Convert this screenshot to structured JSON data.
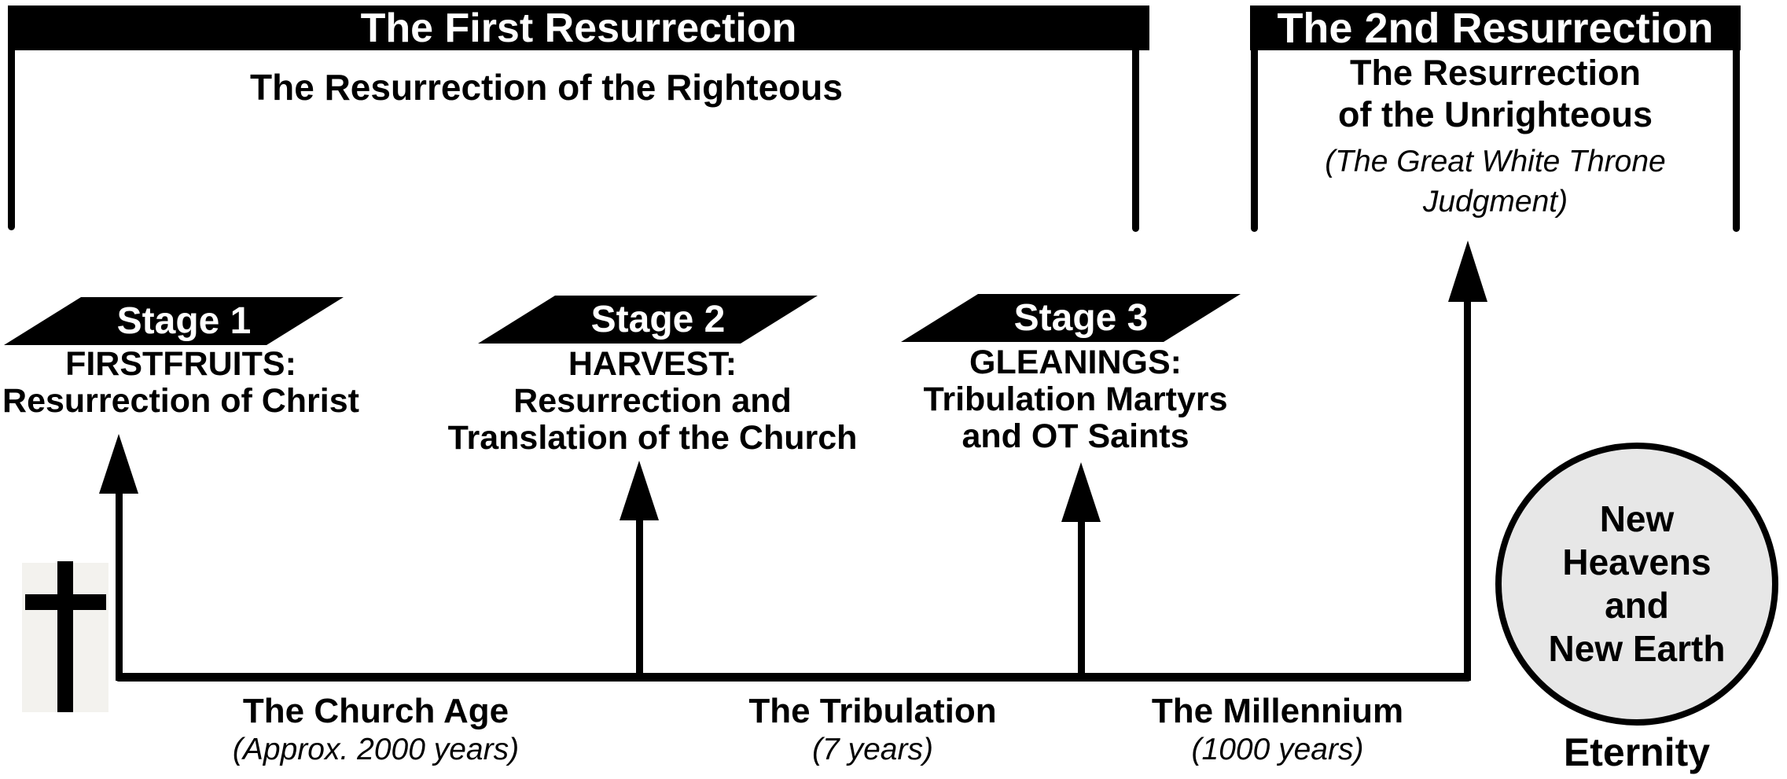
{
  "banners": {
    "first": {
      "title": "The First Resurrection",
      "subtitle": "The Resurrection of the Righteous"
    },
    "second": {
      "title": "The 2nd Resurrection",
      "subtitle_line1": "The Resurrection",
      "subtitle_line2": "of the Unrighteous",
      "note_line1": "(The Great White Throne",
      "note_line2": "Judgment)"
    }
  },
  "stages": [
    {
      "label": "Stage 1",
      "heading": "FIRSTFRUITS:",
      "lines": [
        "Resurrection of Christ"
      ]
    },
    {
      "label": "Stage 2",
      "heading": "HARVEST:",
      "lines": [
        "Resurrection and",
        "Translation of the Church"
      ]
    },
    {
      "label": "Stage 3",
      "heading": "GLEANINGS:",
      "lines": [
        "Tribulation Martyrs",
        "and OT Saints"
      ]
    }
  ],
  "timeline": {
    "periods": [
      {
        "name": "The Church Age",
        "duration": "(Approx. 2000 years)"
      },
      {
        "name": "The Tribulation",
        "duration": "(7 years)"
      },
      {
        "name": "The Millennium",
        "duration": "(1000 years)"
      }
    ]
  },
  "eternity": {
    "circle_lines": [
      "New",
      "Heavens",
      "and",
      "New Earth"
    ],
    "label": "Eternity"
  },
  "colors": {
    "black": "#000000",
    "white": "#ffffff",
    "circle_fill": "#e7e7e7"
  }
}
